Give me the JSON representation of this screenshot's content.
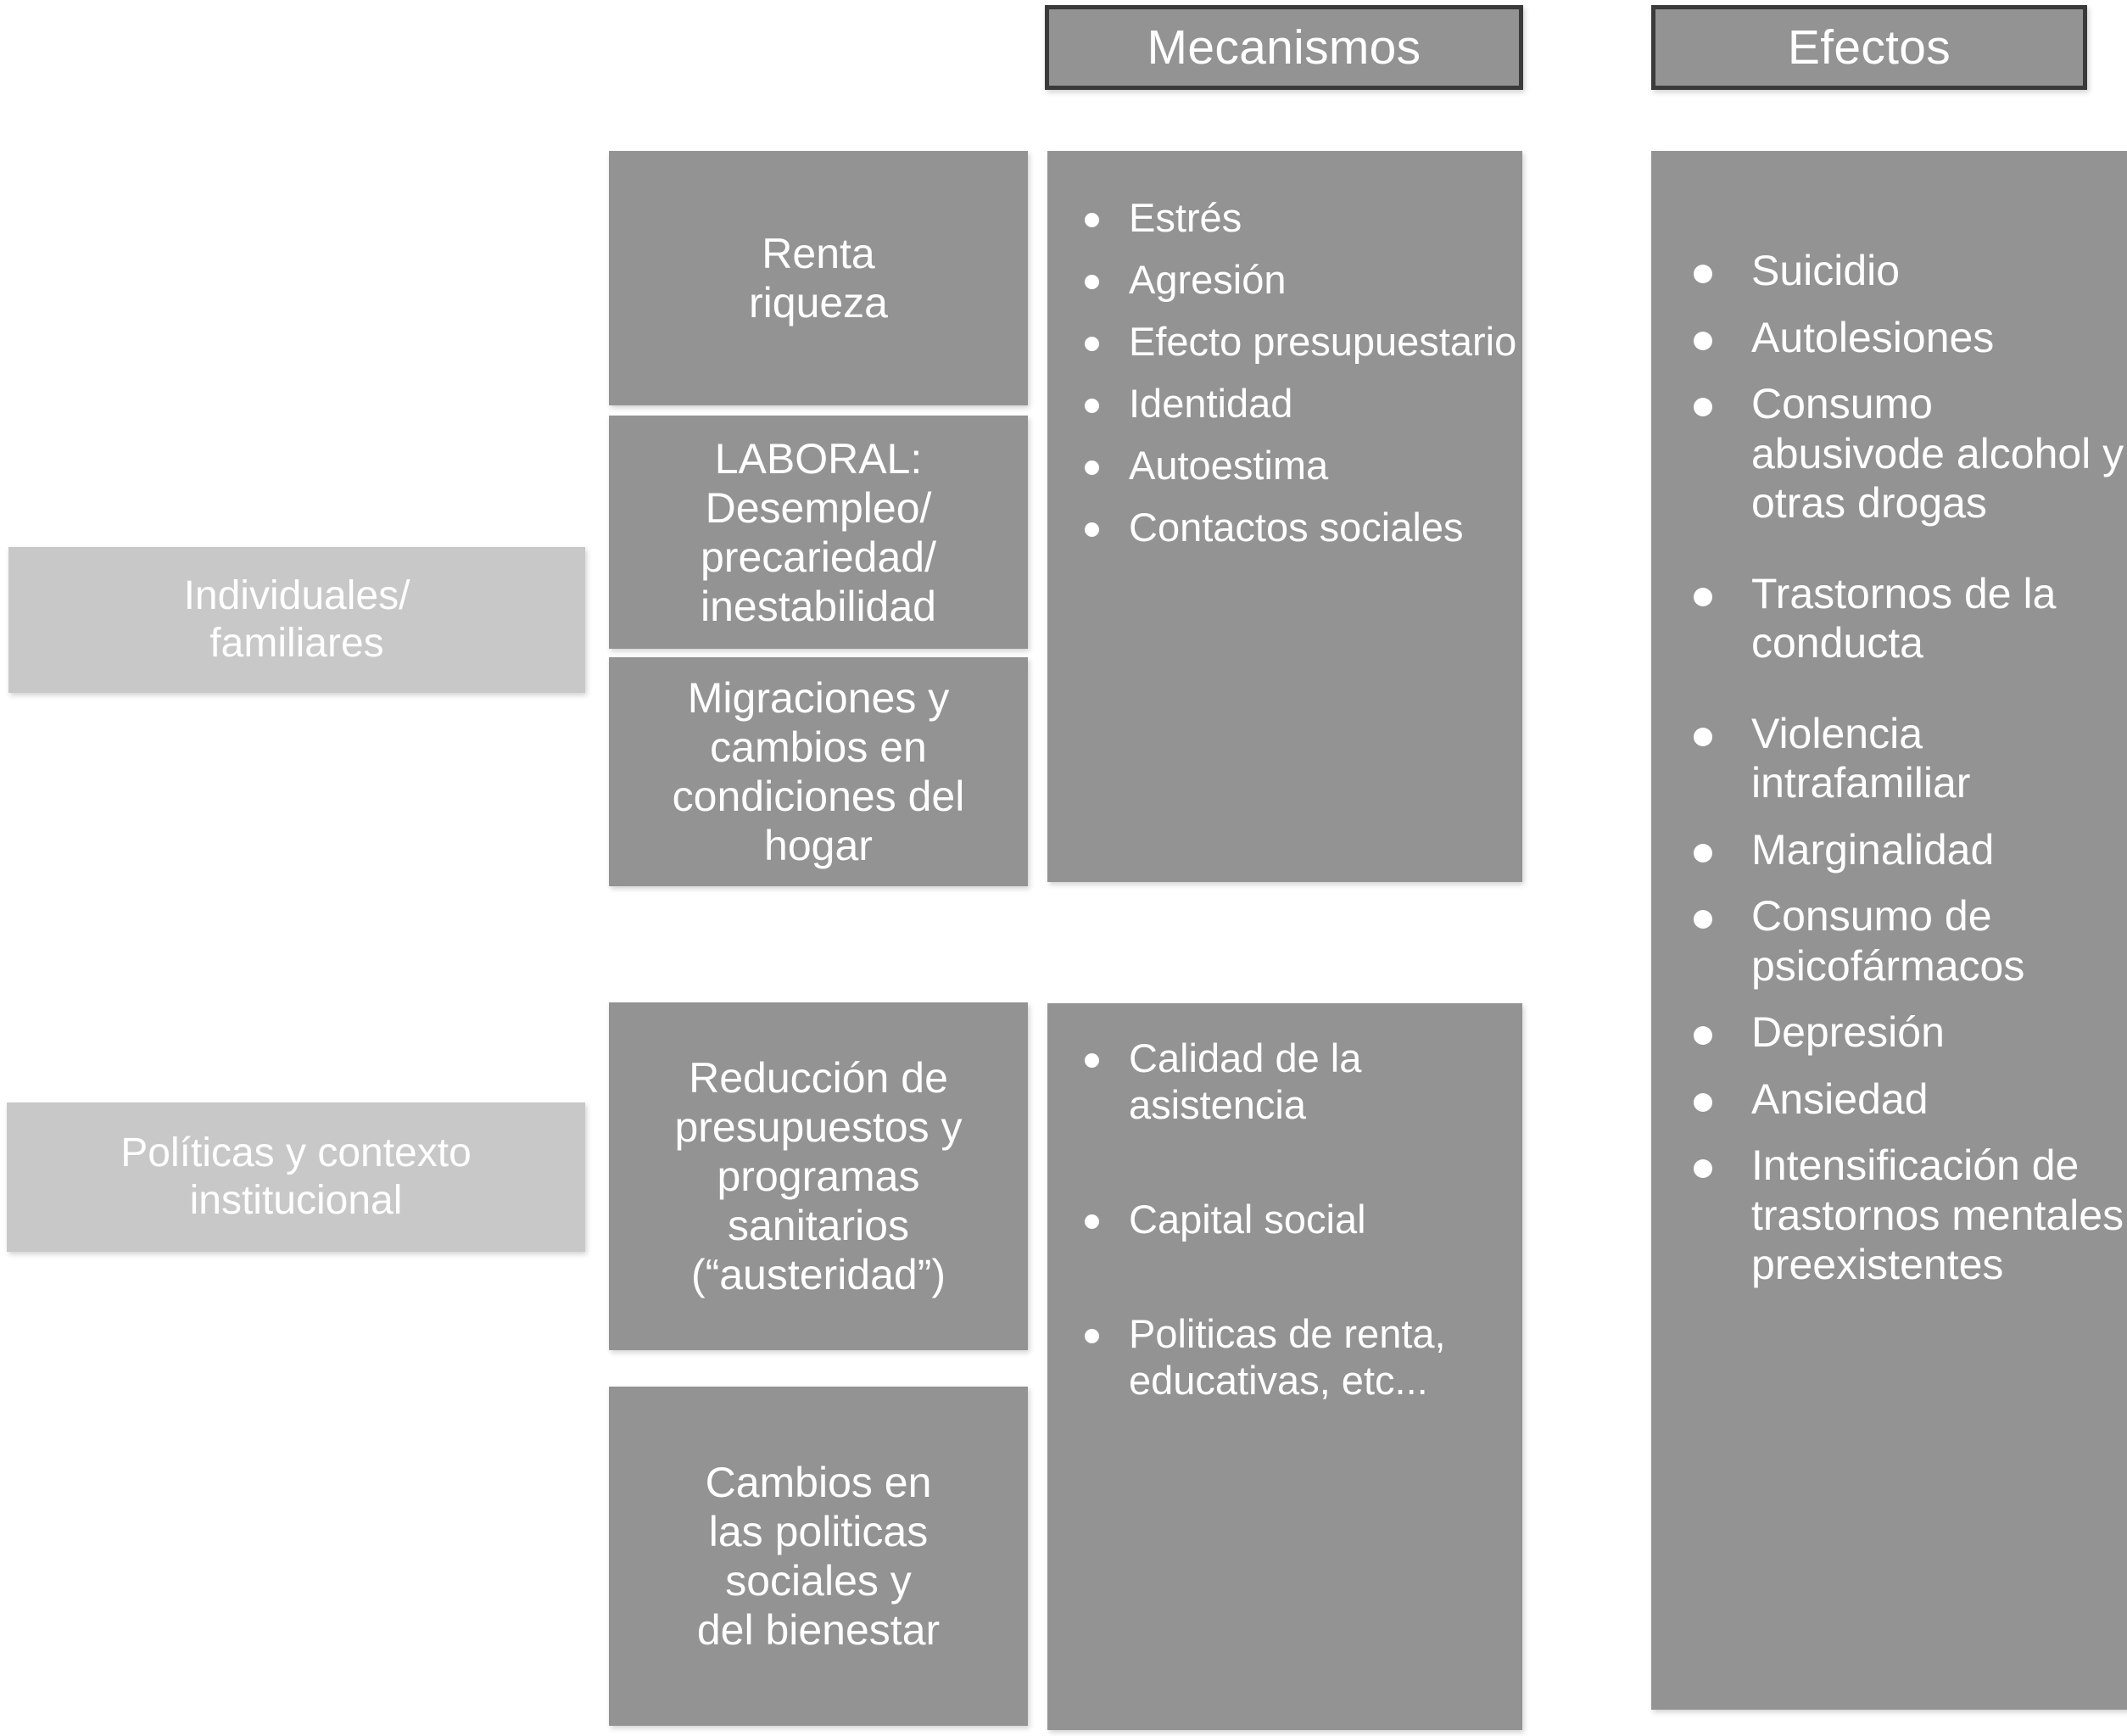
{
  "colors": {
    "box_gray": "#939393",
    "category_gray": "#c8c8c8",
    "header_border": "#3a3a3a",
    "text": "#ffffff",
    "background": "#ffffff"
  },
  "headers": {
    "mecanismos": "Mecanismos",
    "efectos": "Efectos"
  },
  "categories": [
    {
      "label": "Individuales/\nfamiliares"
    },
    {
      "label": "Políticas y contexto\ninstitucional"
    }
  ],
  "determinants": [
    {
      "label": "Renta\nriqueza"
    },
    {
      "label": "LABORAL:\nDesempleo/\nprecariedad/\ninestabilidad"
    },
    {
      "label": "Migraciones y\ncambios en\ncondiciones del\nhogar"
    },
    {
      "label": "Reducción de\npresupuestos y\nprogramas\nsanitarios\n(“austeridad”)"
    },
    {
      "label": "Cambios en\nlas politicas\nsociales y\ndel bienestar"
    }
  ],
  "mecanismos": {
    "individual_items": [
      "Estrés",
      "Agresión",
      "Efecto presupuestario",
      "Identidad",
      "Autoestima",
      "Contactos sociales"
    ],
    "policy_items": [
      "Calidad de la asistencia",
      "Capital social",
      "Politicas de renta, educativas, etc..."
    ]
  },
  "efectos": {
    "items": [
      "Suicidio",
      "Autolesiones",
      "Consumo abusivode alcohol y otras drogas",
      "Trastornos de la conducta",
      "Violencia intrafamiliar",
      "Marginalidad",
      "Consumo de psicofármacos",
      "Depresión",
      "Ansiedad",
      "Intensificación de trastornos mentales preexistentes"
    ]
  }
}
